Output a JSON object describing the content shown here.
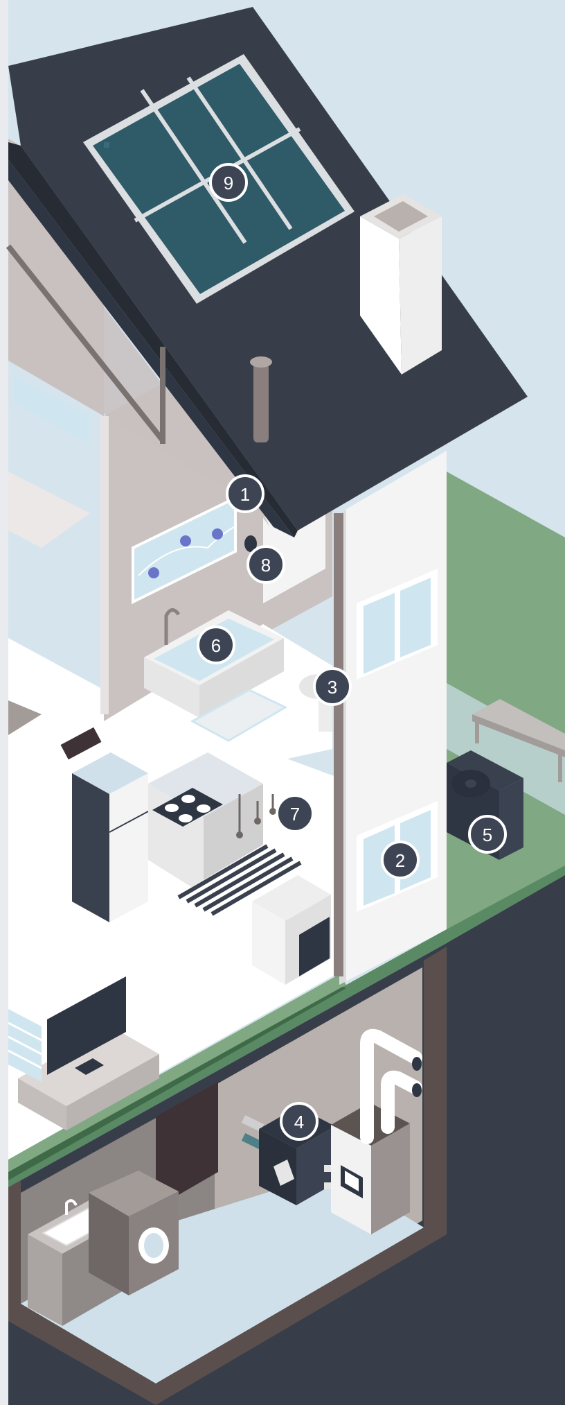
{
  "callouts": [
    {
      "id": "1",
      "label": "1"
    },
    {
      "id": "2",
      "label": "2"
    },
    {
      "id": "3",
      "label": "3"
    },
    {
      "id": "4",
      "label": "4"
    },
    {
      "id": "5",
      "label": "5"
    },
    {
      "id": "6",
      "label": "6"
    },
    {
      "id": "7",
      "label": "7"
    },
    {
      "id": "8",
      "label": "8"
    },
    {
      "id": "9",
      "label": "9"
    }
  ],
  "colors": {
    "sky": "#d6e4ee",
    "roof": "#373e4a",
    "wall_white": "#f4f4f4",
    "wall_interior": "#c9c2c0",
    "grass": "#80a883",
    "ground": "#373e4a",
    "basement_floor": "#cfe0ea",
    "solar_panel": "#2f5a67",
    "badge": "#3d4454",
    "badge_ring": "#ffffff"
  },
  "icons": [
    "solar-panel-icon",
    "chimney-icon",
    "roof-vent-icon",
    "bathtub-icon",
    "toilet-icon",
    "stove-icon",
    "refrigerator-icon",
    "tv-icon",
    "heat-pump-icon",
    "furnace-icon",
    "washing-machine-icon",
    "sink-icon",
    "window-icon"
  ]
}
